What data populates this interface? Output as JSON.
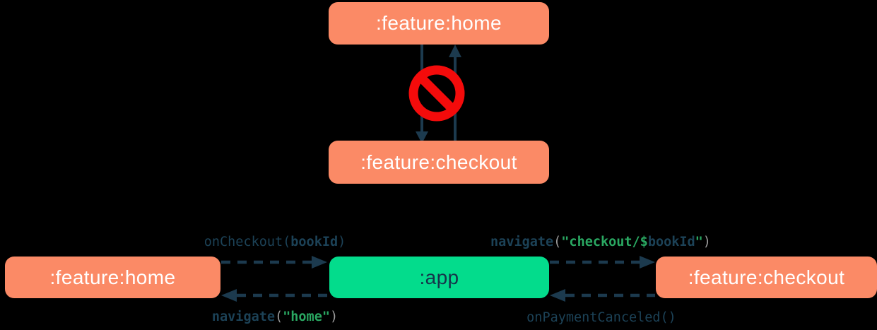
{
  "colors": {
    "background": "#000000",
    "feature_box": "#FB8A66",
    "app_box": "#03DC8C",
    "arrow_navy": "#1C3A4E",
    "code_navy": "#1C4257",
    "code_string_green": "#2AA862",
    "code_paren_gray": "#9C9C9C",
    "forbidden_red": "#F40B0B",
    "feature_box_text": "#FFFFFF",
    "app_box_text": "#16344A"
  },
  "top_diagram": {
    "home_box_label": ":feature:home",
    "checkout_box_label": ":feature:checkout"
  },
  "bottom_diagram": {
    "home_box_label": ":feature:home",
    "app_box_label": ":app",
    "checkout_box_label": ":feature:checkout",
    "edge_labels": {
      "on_checkout": {
        "fn": "onCheckout",
        "open": "(",
        "arg": "bookId",
        "close": ")"
      },
      "navigate_home": {
        "fn": "navigate",
        "open": "(",
        "str": "\"home\"",
        "close": ")"
      },
      "navigate_checkout": {
        "fn": "navigate",
        "open": "(",
        "str_head": "\"checkout/$",
        "template_var": "bookId",
        "str_tail": "\"",
        "close": ")"
      },
      "on_payment_canceled": {
        "fn": "onPaymentCanceled",
        "parens": "()"
      }
    }
  },
  "icons": {
    "forbidden": "no-entry-icon"
  }
}
